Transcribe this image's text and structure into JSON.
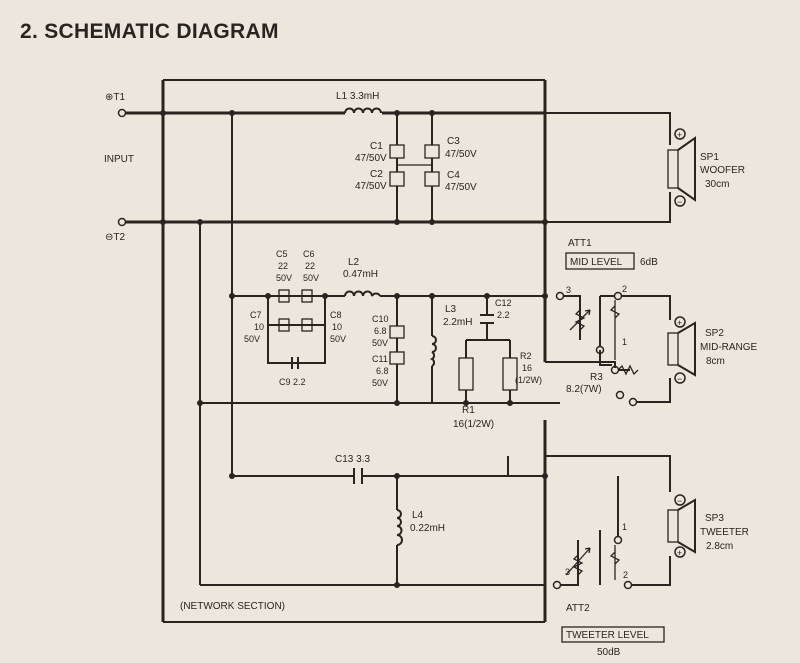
{
  "title": "2. SCHEMATIC DIAGRAM",
  "input": {
    "label": "INPUT",
    "t1": "⊕T1",
    "t2": "⊖T2"
  },
  "components": {
    "l1": "L1  3.3mH",
    "c1": "C1",
    "c1v": "47/50V",
    "c2": "C2",
    "c2v": "47/50V",
    "c3": "C3",
    "c3v": "47/50V",
    "c4": "C4",
    "c4v": "47/50V",
    "c5": "C5",
    "c5v": "22",
    "c5r": "50V",
    "c6": "C6",
    "c6v": "22",
    "c6r": "50V",
    "l2": "L2",
    "l2v": "0.47mH",
    "c7": "C7",
    "c7v": "10",
    "c7r": "50V",
    "c8": "C8",
    "c8v": "10",
    "c8r": "50V",
    "c9": "C9  2.2",
    "c10": "C10",
    "c10v": "6.8",
    "c10r": "50V",
    "c11": "C11",
    "c11v": "6.8",
    "c11r": "50V",
    "l3": "L3",
    "l3v": "2.2mH",
    "c12": "C12",
    "c12v": "2.2",
    "r1": "R1",
    "r1v": "16(1/2W)",
    "r2": "R2",
    "r2v": "16",
    "r2r": "(1/2W)",
    "r3": "R3",
    "r3v": "8.2(7W)",
    "c13": "C13  3.3",
    "l4": "L4",
    "l4v": "0.22mH"
  },
  "attenuators": {
    "att1": {
      "name": "ATT1",
      "label": "MID LEVEL",
      "value": "6dB"
    },
    "att2": {
      "name": "ATT2",
      "label": "TWEETER LEVEL",
      "value": "50dB"
    }
  },
  "speakers": [
    {
      "id": "SP1",
      "name": "WOOFER",
      "size": "30cm"
    },
    {
      "id": "SP2",
      "name": "MID-RANGE",
      "size": "8cm"
    },
    {
      "id": "SP3",
      "name": "TWEETER",
      "size": "2.8cm"
    }
  ],
  "pins": {
    "p1": "1",
    "p2": "2",
    "p3": "3"
  },
  "polarity": {
    "plus": "+",
    "minus": "−"
  },
  "network_label": "(NETWORK SECTION)"
}
